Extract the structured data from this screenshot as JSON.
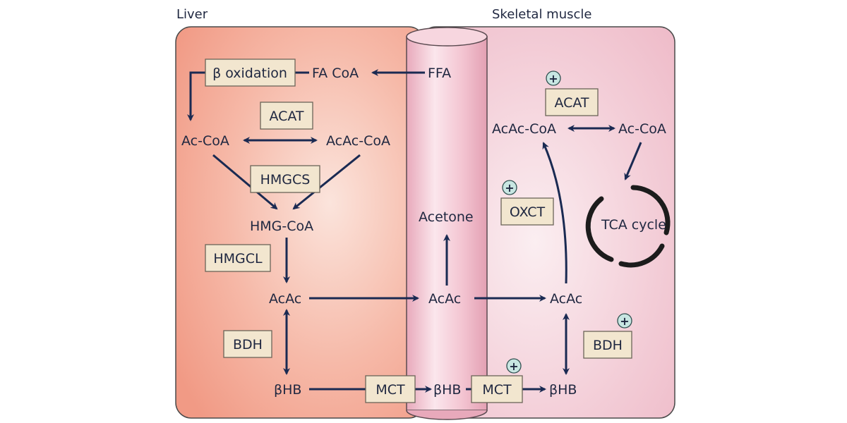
{
  "regions": {
    "liver": "Liver",
    "muscle": "Skeletal muscle"
  },
  "metabolites": {
    "ffa": "FFA",
    "fa_coa": "FA CoA",
    "ac_coa_liver": "Ac-CoA",
    "acac_coa_liver": "AcAc-CoA",
    "hmg_coa": "HMG-CoA",
    "acac_liver": "AcAc",
    "bhb_liver": "βHB",
    "acetone": "Acetone",
    "acac_blood": "AcAc",
    "bhb_blood": "βHB",
    "acac_muscle": "AcAc",
    "bhb_muscle": "βHB",
    "acac_coa_muscle": "AcAc-CoA",
    "ac_coa_muscle": "Ac-CoA",
    "tca": "TCA cycle"
  },
  "enzymes": {
    "beta_ox": "β oxidation",
    "acat_liver": "ACAT",
    "hmgcs": "HMGCS",
    "hmgcl": "HMGCL",
    "bdh_liver": "BDH",
    "mct_liver": "MCT",
    "mct_muscle": "MCT",
    "acat_muscle": "ACAT",
    "oxct": "OXCT",
    "bdh_muscle": "BDH"
  },
  "plus_sign": "+",
  "colors": {
    "liver_fill": "#f4a590",
    "muscle_fill": "#f0c3cf",
    "vessel_fill": "#f3c6d2",
    "arrow": "#1a2a52",
    "enzyme_box": "#f2e6cf"
  }
}
